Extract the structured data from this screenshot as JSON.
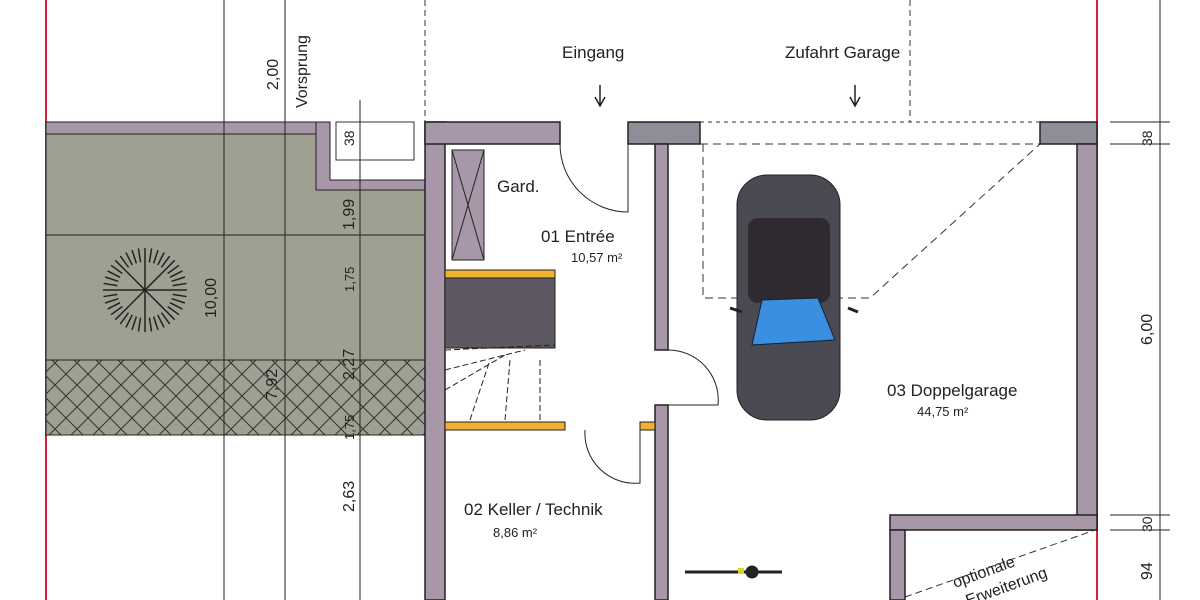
{
  "colors": {
    "wall": "#a897a8",
    "wall_gray": "#8e8e98",
    "terrace": "#9ea192",
    "property_line": "#d0213a",
    "stair_edge": "#f0b030",
    "windshield": "#3a8fe0",
    "car_body": "#4a4a52"
  },
  "annotations": {
    "entrance": "Eingang",
    "garage_access": "Zufahrt Garage",
    "projection": "Vorsprung",
    "wardrobe": "Gard.",
    "optional_extension_1": "optionale",
    "optional_extension_2": "Erweiterung"
  },
  "rooms": [
    {
      "name": "01 Entrée",
      "area": "10,57 m²"
    },
    {
      "name": "02 Keller / Technik",
      "area": "8,86 m²"
    },
    {
      "name": "03 Doppelgarage",
      "area": "44,75 m²"
    }
  ],
  "dimensions": {
    "projection": "2,00",
    "terrace_length": "10,00",
    "left_total": "7,92",
    "left_1": "38",
    "left_2": "1,99",
    "left_3": "1,75",
    "left_4": "2,27",
    "left_5": "1,75",
    "left_6": "2,63",
    "right_1": "38",
    "right_2": "6,00",
    "right_3": "30",
    "right_4": "94"
  },
  "icons": [
    "tree-symbol",
    "car-symbol",
    "bicycle-symbol",
    "arrow-down"
  ]
}
